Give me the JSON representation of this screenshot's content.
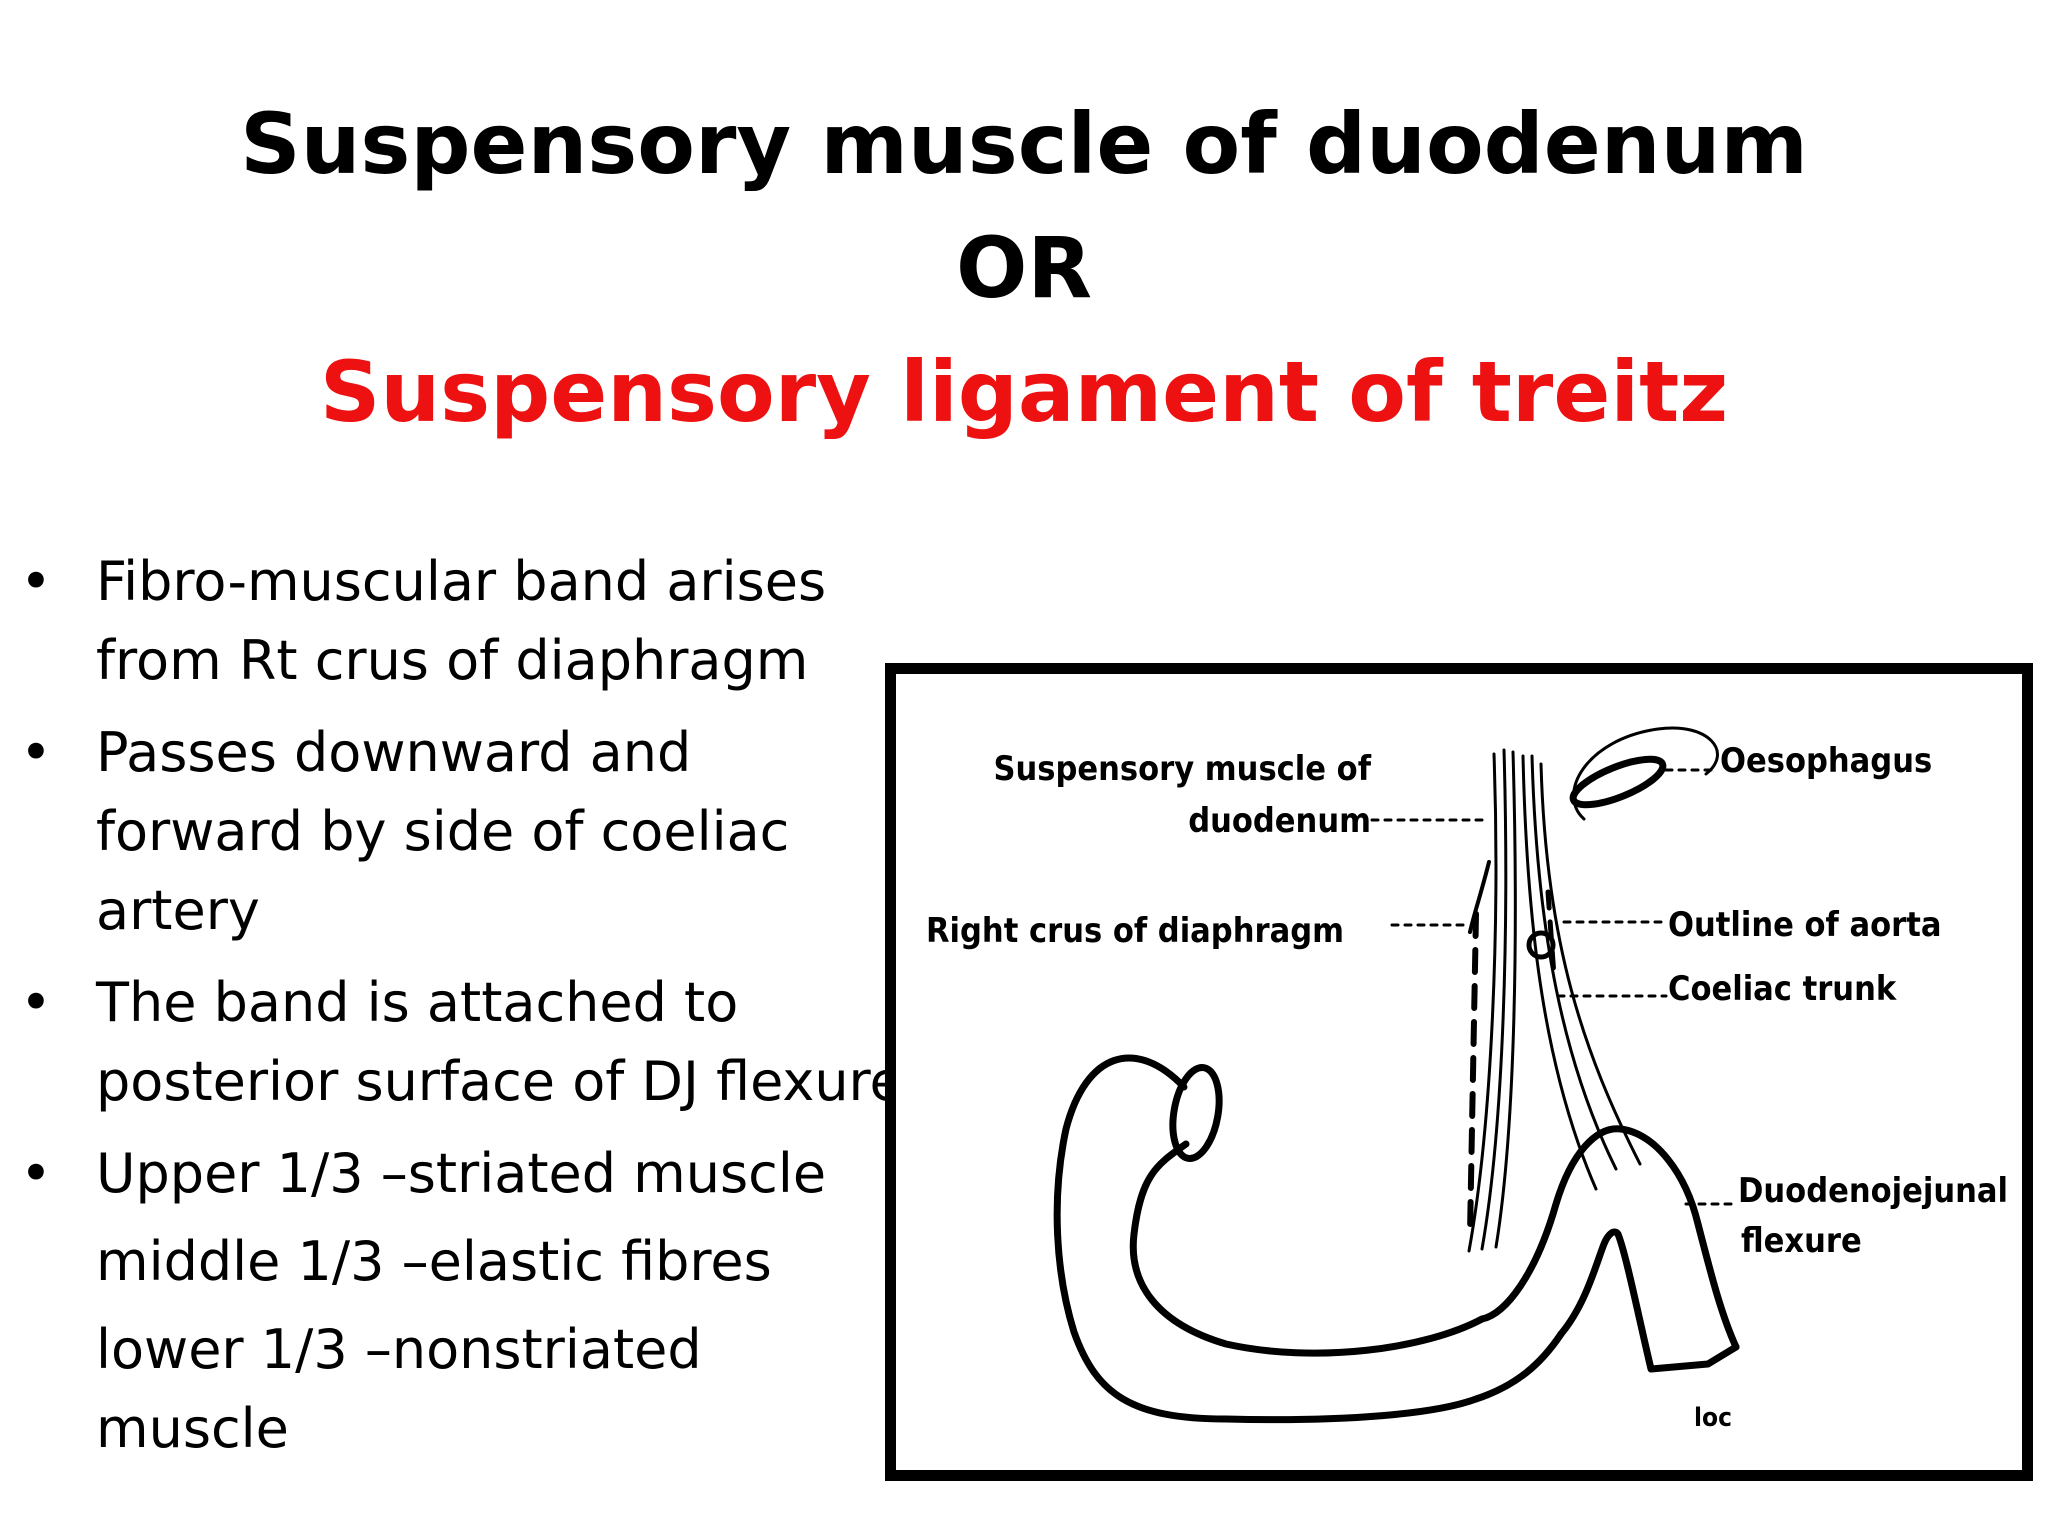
{
  "title": {
    "line1": "Suspensory muscle of duodenum",
    "line2": "OR",
    "line3": "Suspensory ligament of treitz"
  },
  "colors": {
    "title_accent": "#ee1111",
    "text": "#000000"
  },
  "bullets": [
    {
      "lines": [
        "Fibro-muscular band arises",
        "from Rt crus of diaphragm"
      ],
      "bullet": true
    },
    {
      "lines": [
        "Passes downward and",
        "forward by side of coeliac",
        "artery"
      ],
      "bullet": true
    },
    {
      "lines": [
        "The band is attached to",
        "posterior surface of DJ flexure"
      ],
      "bullet": true
    },
    {
      "lines": [
        "Upper 1/3 –striated muscle"
      ],
      "bullet": true
    },
    {
      "lines": [
        "middle 1/3 –elastic fibres"
      ],
      "bullet": false
    },
    {
      "lines": [
        "lower 1/3 –nonstriated",
        "muscle"
      ],
      "bullet": false
    }
  ],
  "figure": {
    "labels": {
      "suspensory_1": "Suspensory muscle of",
      "suspensory_2": "duodenum",
      "oesophagus": "Oesophagus",
      "right_crus": "Right crus of diaphragm",
      "aorta": "Outline of aorta",
      "coeliac": "Coeliac trunk",
      "dj_1": "Duodenojejunal",
      "dj_2": "flexure",
      "signature": "loc"
    }
  }
}
